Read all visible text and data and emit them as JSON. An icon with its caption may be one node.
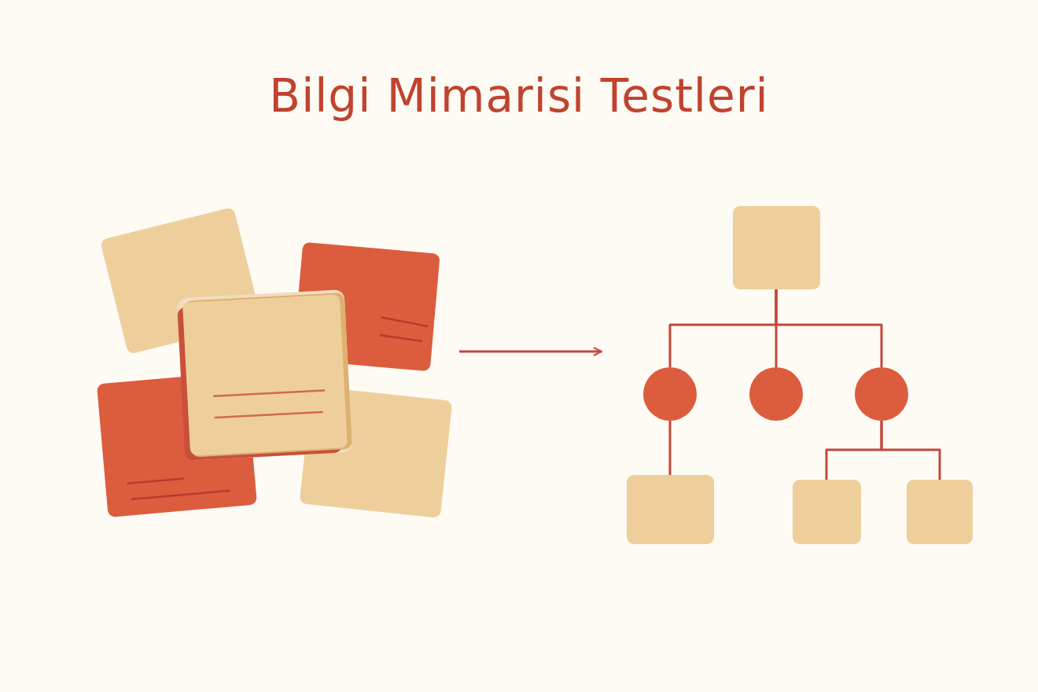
{
  "diagram": {
    "title": "Bilgi Mimarisi Testleri",
    "nodes": [
      {
        "text": [],
        "shape": "picture"
      },
      {
        "text": [],
        "shape": "box"
      },
      {
        "text": [],
        "shape": "circle"
      },
      {
        "text": [],
        "shape": "circle"
      },
      {
        "text": [],
        "shape": "circle"
      },
      {
        "text": [],
        "shape": "box"
      },
      {
        "text": [],
        "shape": "box"
      },
      {
        "text": [],
        "shape": "box"
      }
    ],
    "edges": [
      {
        "from": 0,
        "to": null,
        "arrow": "to"
      },
      {
        "from": 1,
        "to": 2,
        "arrow": "none"
      },
      {
        "from": 1,
        "to": 3,
        "arrow": "none"
      },
      {
        "from": 1,
        "to": 4,
        "arrow": "none"
      },
      {
        "from": 2,
        "to": 5,
        "arrow": "none"
      },
      {
        "from": 4,
        "to": 6,
        "arrow": "none"
      },
      {
        "from": 4,
        "to": 7,
        "arrow": "none"
      }
    ]
  }
}
